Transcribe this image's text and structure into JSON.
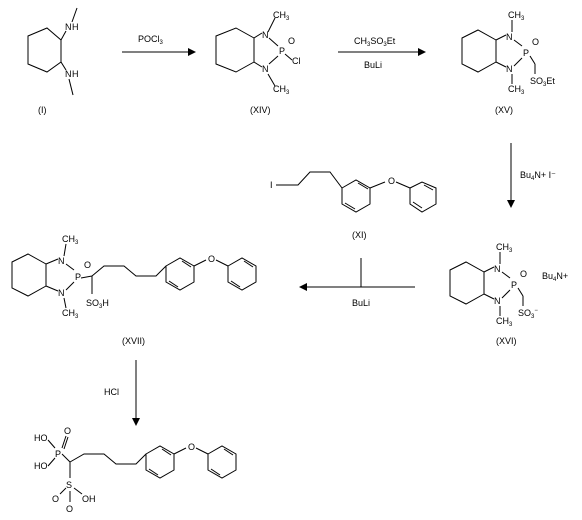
{
  "compounds": {
    "I": {
      "label": "(I)",
      "atoms": {
        "n1": "N",
        "h1": "H",
        "n2": "N",
        "h2": "H"
      }
    },
    "XIV": {
      "label": "(XIV)",
      "atoms": {
        "n1": "N",
        "n2": "N",
        "p": "P",
        "o": "O",
        "cl": "Cl"
      }
    },
    "XV": {
      "label": "(XV)",
      "atoms": {
        "n1": "N",
        "n2": "N",
        "p": "P",
        "o": "O",
        "so3": "SO",
        "so3_sub": "3",
        "et": "Et"
      }
    },
    "XI": {
      "label": "(XI)",
      "atoms": {
        "i": "I",
        "o": "O"
      }
    },
    "XVI": {
      "label": "(XVI)",
      "atoms": {
        "n1": "N",
        "n2": "N",
        "p": "P",
        "o": "O",
        "so3": "SO",
        "so3_sub": "3",
        "so3_charge": "−",
        "cation": "Bu",
        "cation_sub": "4",
        "cation_rest": "N+"
      }
    },
    "XVII": {
      "label": "(XVII)",
      "atoms": {
        "n1": "N",
        "n2": "N",
        "p": "P",
        "o": "O",
        "o_ether": "O",
        "so3h": "SO",
        "so3h_sub": "3",
        "so3h_h": "H"
      }
    },
    "product": {
      "atoms": {
        "ho1": "HO",
        "ho2": "HO",
        "p": "P",
        "o": "O",
        "s": "S",
        "so_o1": "O",
        "so_o2": "O",
        "oh": "OH",
        "o_ether": "O"
      }
    }
  },
  "methyl": "CH",
  "methyl_sub": "3",
  "reagents": {
    "step1": {
      "main": "POCl",
      "sub": "3"
    },
    "step2_top": {
      "a": "CH",
      "a_sub": "3",
      "b": "SO",
      "b_sub": "3",
      "c": "Et"
    },
    "step2_bottom": "BuLi",
    "step3": {
      "a": "Bu",
      "a_sub": "4",
      "b": "N+  I⁻"
    },
    "step4": "BuLi",
    "step5": "HCl"
  }
}
